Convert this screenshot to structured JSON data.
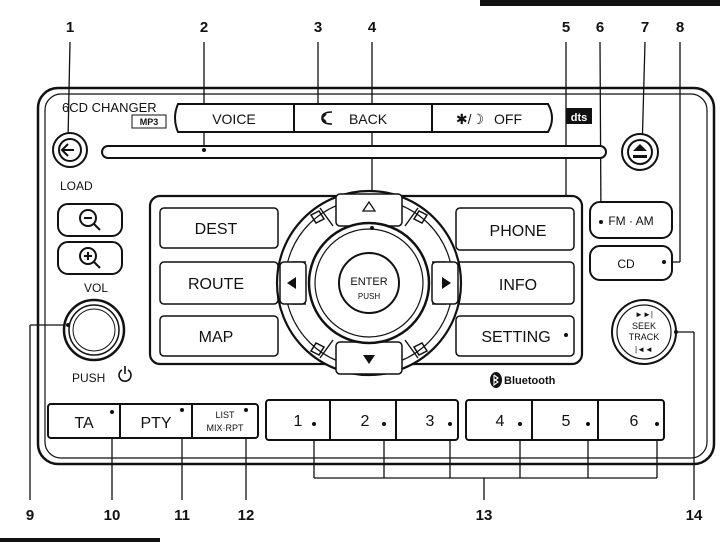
{
  "callouts": [
    "1",
    "2",
    "3",
    "4",
    "5",
    "6",
    "7",
    "8",
    "9",
    "10",
    "11",
    "12",
    "13",
    "14"
  ],
  "top_row": {
    "changer_label": "6CD CHANGER",
    "mp3_badge": "MP3",
    "voice_label": "VOICE",
    "back_label": "BACK",
    "back_icon": "return-arrow-icon",
    "off_label": "OFF",
    "off_icon": "sun-moon-icon",
    "dts_logo": "dts",
    "load_label": "LOAD",
    "eject_icon": "eject-icon",
    "load_icon": "load-arrow-icon"
  },
  "left_controls": {
    "zoom_out_icon": "zoom-out-icon",
    "zoom_in_icon": "zoom-in-icon",
    "vol_label": "VOL",
    "push_label": "PUSH",
    "power_icon": "power-icon"
  },
  "nav_buttons": {
    "dest": "DEST",
    "route": "ROUTE",
    "map": "MAP",
    "phone": "PHONE",
    "info": "INFO",
    "setting": "SETTING"
  },
  "center": {
    "enter_label": "ENTER",
    "enter_sub": "PUSH"
  },
  "right_controls": {
    "fm_am": "FM · AM",
    "cd": "CD",
    "seek_top": "►►|",
    "seek": "SEEK",
    "track": "TRACK",
    "seek_bottom": "|◄◄"
  },
  "bluetooth_label": "Bluetooth",
  "bottom_buttons": {
    "ta": "TA",
    "pty": "PTY",
    "list": "LIST",
    "mix_rpt": "MIX·RPT"
  },
  "presets": [
    "1",
    "2",
    "3",
    "4",
    "5",
    "6"
  ]
}
